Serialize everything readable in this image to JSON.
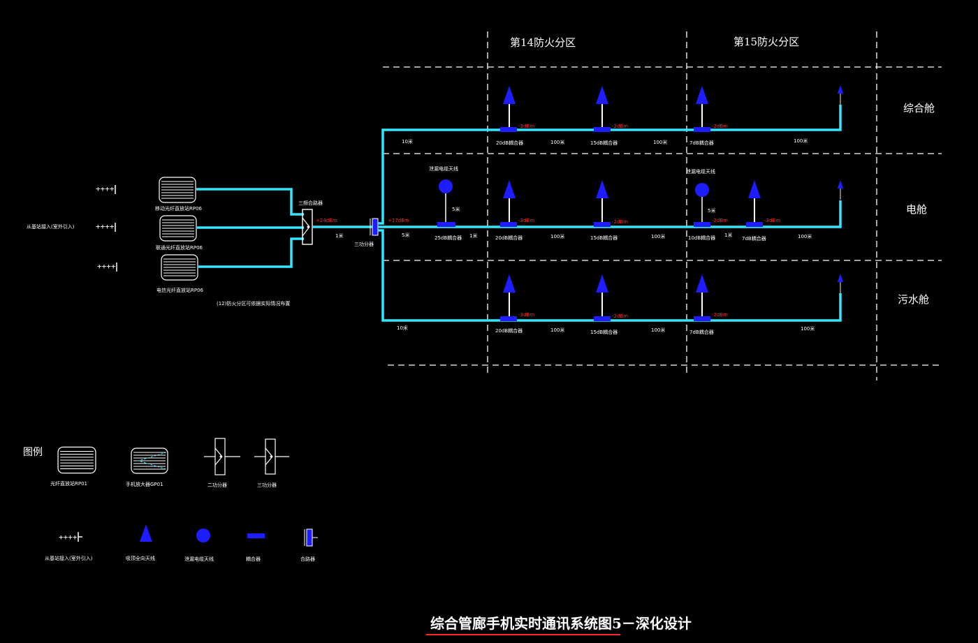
{
  "zones": {
    "zone14": "第14防火分区",
    "zone15": "第15防火分区"
  },
  "rows": {
    "row1": "综合舱",
    "row2": "电舱",
    "row3": "污水舱"
  },
  "left": {
    "source_label": "从基站接入(室外引入)",
    "rru1": "移动光纤直放站RP06",
    "rru2": "联通光纤直放站RP06",
    "rru3": "电信光纤直放站RP06",
    "combiner_label": "三频合路器",
    "note": "(12)防火分区可依据实际情况布置",
    "combiner_power": "+24dBm",
    "cable_len": "1米",
    "splitter_label": "三功分器",
    "splitter_power": "+17dBm"
  },
  "row1": {
    "first_len": "10米",
    "couplers": [
      "20dB耦合器",
      "15dB耦合器",
      "7dB耦合器"
    ],
    "powers": [
      "-3dBm",
      "-2dBm",
      "-2dBm"
    ],
    "spans": [
      "100米",
      "100米",
      "100米"
    ]
  },
  "row2": {
    "leak_label_1": "泄漏电缆天线",
    "leak_label_2": "泄漏电缆天线",
    "leak_len_1": "5米",
    "leak_len_2": "5米",
    "first_len": "5米",
    "coupler0": "25dB耦合器",
    "len_after0": "1米",
    "couplers": [
      "20dB耦合器",
      "15dB耦合器",
      "10dB耦合器",
      "7dB耦合器"
    ],
    "powers": [
      "-3dBm",
      "-2dBm",
      "-2dBm",
      "-3dBm"
    ],
    "spans": [
      "100米",
      "100米",
      "1米",
      "100米"
    ]
  },
  "row3": {
    "first_len": "10米",
    "couplers": [
      "20dB耦合器",
      "15dB耦合器",
      "7dB耦合器"
    ],
    "powers": [
      "-3dBm",
      "-2dBm",
      "-2dBm"
    ],
    "spans": [
      "100米",
      "100米",
      "100米"
    ]
  },
  "legend": {
    "heading": "图例",
    "item1": "光纤直放站RP01",
    "item2": "手机放大器GP01",
    "item3": "二功分器",
    "item4": "三功分器",
    "item5": "从基站接入(室外引入)",
    "item6": "吸顶全向天线",
    "item7": "泄漏电缆天线",
    "item8": "耦合器",
    "item9": "合路器"
  },
  "title": "综合管廊手机实时通讯系统图5－深化设计",
  "colors": {
    "cable": "#33e6ff",
    "antenna": "#1d1dff",
    "power_text": "#ff2a2a",
    "fiber_glow": "#2244ff"
  }
}
